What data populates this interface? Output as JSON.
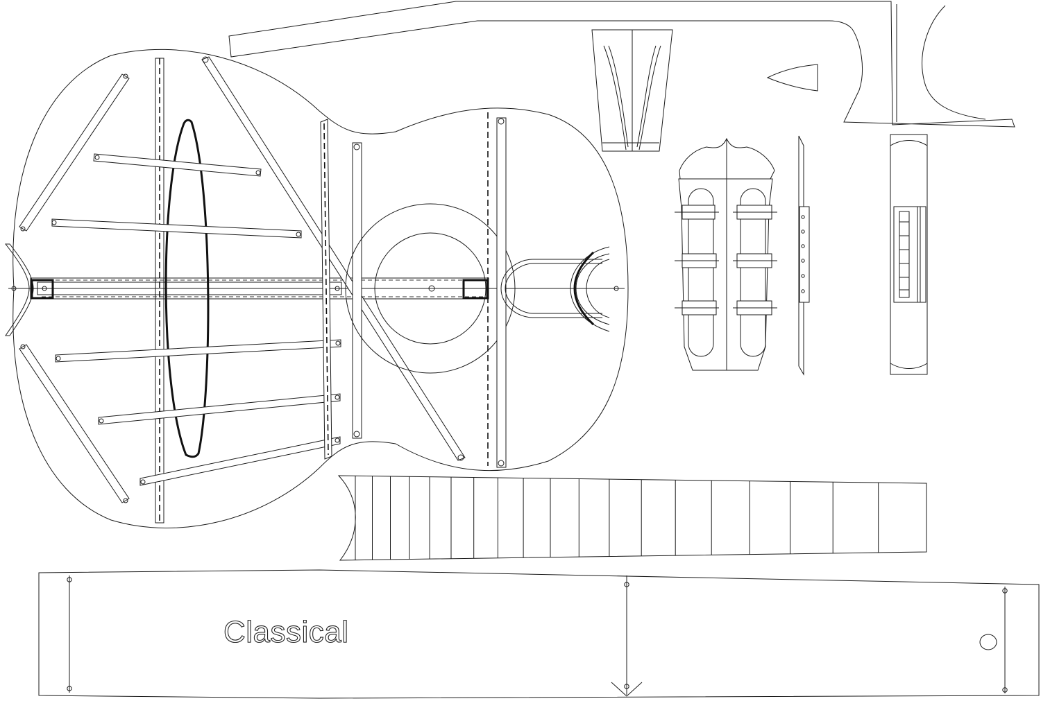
{
  "side_label": "Classical",
  "parts": [
    "headstock-side",
    "headstock-veneer",
    "headstock-top",
    "nut",
    "heel-block",
    "top-plate-bracing",
    "fingerboard",
    "side-template"
  ],
  "fret_count": 19,
  "stroke_color": "#1a1a1a",
  "background": "#ffffff"
}
